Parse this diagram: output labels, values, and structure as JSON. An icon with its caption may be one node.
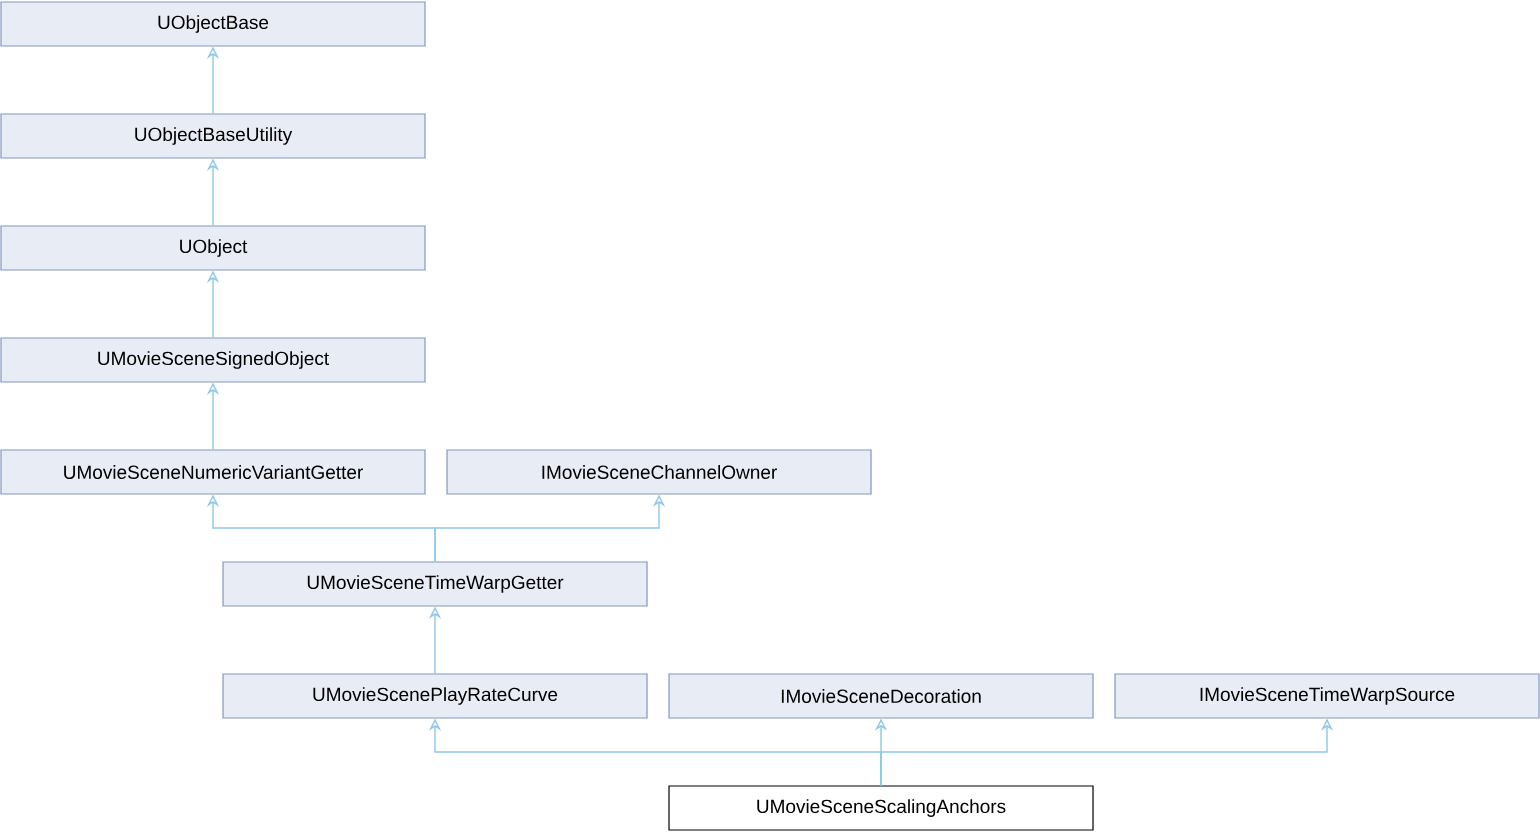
{
  "diagram": {
    "nodes": [
      {
        "text": [
          "UObjectBase"
        ]
      },
      {
        "text": [
          "UObjectBaseUtility"
        ]
      },
      {
        "text": [
          "UObject"
        ]
      },
      {
        "text": [
          "UMovieSceneSignedObject"
        ]
      },
      {
        "text": [
          "UMovieSceneNumericVariantGetter"
        ]
      },
      {
        "text": [
          "IMovieSceneChannelOwner"
        ]
      },
      {
        "text": [
          "UMovieSceneTimeWarpGetter"
        ]
      },
      {
        "text": [
          "UMovieScenePlayRateCurve"
        ]
      },
      {
        "text": [
          "IMovieSceneDecoration"
        ]
      },
      {
        "text": [
          "IMovieSceneTimeWarpSource"
        ]
      },
      {
        "text": [
          "UMovieSceneScalingAnchors"
        ]
      }
    ],
    "edges": [
      {
        "from": 1,
        "to": 0,
        "arrow": "to"
      },
      {
        "from": 2,
        "to": 1,
        "arrow": "to"
      },
      {
        "from": 3,
        "to": 2,
        "arrow": "to"
      },
      {
        "from": 4,
        "to": 3,
        "arrow": "to"
      },
      {
        "from": 6,
        "to": 4,
        "arrow": "to"
      },
      {
        "from": 6,
        "to": 5,
        "arrow": "to"
      },
      {
        "from": 7,
        "to": 6,
        "arrow": "to"
      },
      {
        "from": 10,
        "to": 7,
        "arrow": "to"
      },
      {
        "from": 10,
        "to": 8,
        "arrow": "to"
      },
      {
        "from": 10,
        "to": 9,
        "arrow": "to"
      }
    ]
  }
}
